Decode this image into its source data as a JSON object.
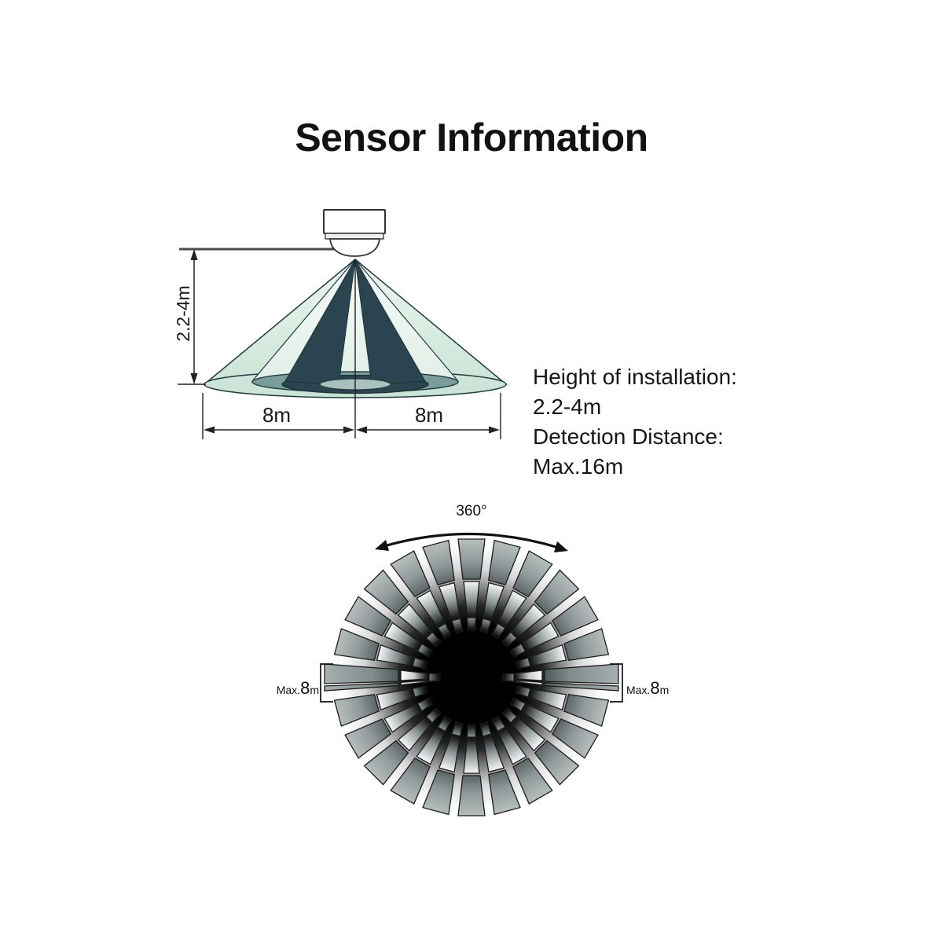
{
  "title": "Sensor Information",
  "specs": {
    "lines": [
      "Height of installation:",
      "2.2-4m",
      "Detection Distance:",
      "Max.16m"
    ]
  },
  "side_view": {
    "installation_height": "2.2-4m",
    "radius_left": "8m",
    "radius_right": "8m"
  },
  "top_view": {
    "rotation": "360°",
    "max_left": {
      "prefix": "Max.",
      "value": "8",
      "unit": "m"
    },
    "max_right": {
      "prefix": "Max.",
      "value": "8",
      "unit": "m"
    }
  },
  "colors": {
    "cone_mint": "#cbe4d7",
    "cone_inner_light": "#eef6f1",
    "dark_teal": "#2b4550",
    "mid_teal": "#7b9c9d",
    "inner_teal": "#a9c0bb",
    "ray_gray": "#9aa3a3",
    "core_black": "#000000",
    "line_dark": "#223b3f"
  }
}
